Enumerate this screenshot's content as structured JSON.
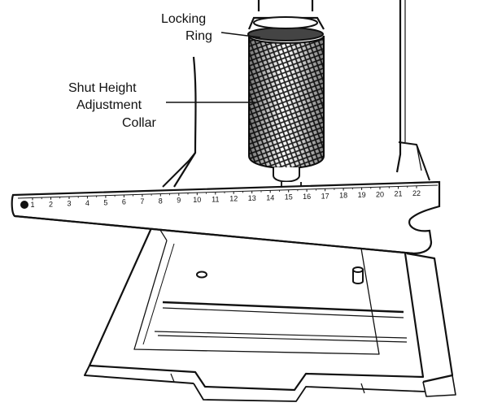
{
  "labels": {
    "locking_ring": [
      "Locking",
      "Ring"
    ],
    "collar": [
      "Shut Height",
      "Adjustment",
      "Collar"
    ]
  },
  "ruler_marks": [
    "1",
    "2",
    "3",
    "4",
    "5",
    "6",
    "7",
    "8",
    "9",
    "10",
    "11",
    "12",
    "13",
    "14",
    "15",
    "16",
    "17",
    "18",
    "19",
    "20",
    "21",
    "22"
  ],
  "colors": {
    "ink": "#111111",
    "paper": "#ffffff",
    "knurl": "#333333"
  }
}
